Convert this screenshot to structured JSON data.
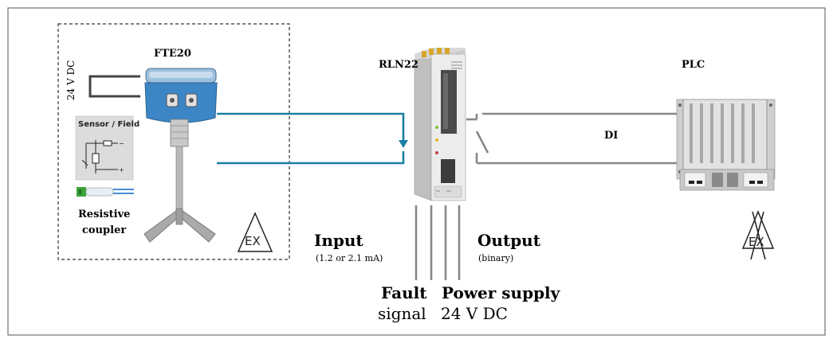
{
  "devices": {
    "sensor_name": "FTE20",
    "barrier_name": "RLN22",
    "plc_name": "PLC"
  },
  "sensor_side": {
    "supply_label": "24 V DC",
    "inset_title": "Sensor / Field",
    "coupler_line1": "Resistive",
    "coupler_line2": "coupler",
    "ex_mark": "EX"
  },
  "signals": {
    "input_label": "Input",
    "input_sub": "(1.2 or 2.1 mA)",
    "output_label": "Output",
    "output_sub": "(binary)",
    "fault_line1": "Fault",
    "fault_line2": "signal",
    "power_line1": "Power supply",
    "power_line2": "24 V DC",
    "plc_input": "DI"
  },
  "plc_side": {
    "ex_mark": "EX"
  },
  "colors": {
    "input_wire": "#1a7fa3",
    "output_wire": "#888888",
    "sensor_blue": "#3d86c6"
  }
}
